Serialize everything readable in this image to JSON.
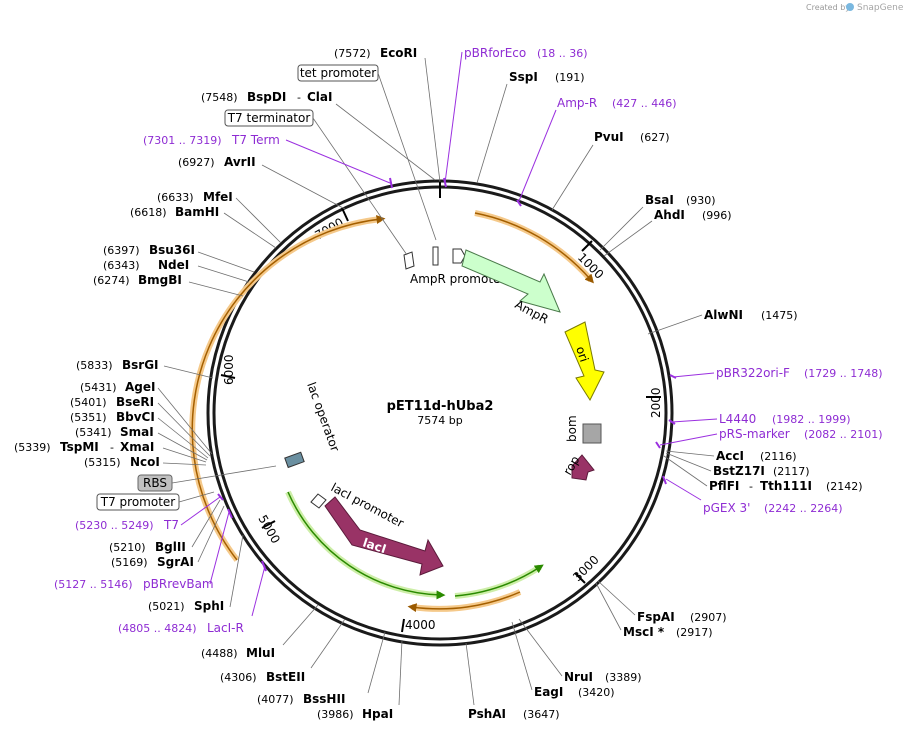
{
  "credit": {
    "created_by": "Created by",
    "brand": "SnapGene"
  },
  "center": {
    "title": "pET11d-hUba2",
    "length": "7574 bp"
  },
  "ticks": [
    "1000",
    "2000",
    "3000",
    "4000",
    "5000",
    "6000",
    "7000"
  ],
  "enzymes_right": [
    {
      "name": "SspI",
      "pos": "(191)"
    },
    {
      "name": "PvuI",
      "pos": "(627)"
    },
    {
      "name": "BsaI",
      "pos": "(930)"
    },
    {
      "name": "AhdI",
      "pos": "(996)"
    },
    {
      "name": "AlwNI",
      "pos": "(1475)"
    },
    {
      "name": "AccI",
      "pos": "(2116)"
    },
    {
      "name": "BstZ17I",
      "pos": "(2117)"
    },
    {
      "name": "PflFI",
      "sep": "-",
      "name2": "Tth111I",
      "pos": "(2142)"
    },
    {
      "name": "FspAI",
      "pos": "(2907)"
    },
    {
      "name": "MscI *",
      "pos": "(2917)"
    },
    {
      "name": "NruI",
      "pos": "(3389)"
    },
    {
      "name": "EagI",
      "pos": "(3420)"
    },
    {
      "name": "PshAI",
      "pos": "(3647)"
    }
  ],
  "enzymes_left": [
    {
      "name": "EcoRI",
      "pos": "(7572)"
    },
    {
      "name": "BspDI",
      "sep": "-",
      "name2": "ClaI",
      "pos": "(7548)"
    },
    {
      "name": "AvrII",
      "pos": "(6927)"
    },
    {
      "name": "MfeI",
      "pos": "(6633)"
    },
    {
      "name": "BamHI",
      "pos": "(6618)"
    },
    {
      "name": "Bsu36I",
      "pos": "(6397)"
    },
    {
      "name": "NdeI",
      "pos": "(6343)"
    },
    {
      "name": "BmgBI",
      "pos": "(6274)"
    },
    {
      "name": "BsrGI",
      "pos": "(5833)"
    },
    {
      "name": "AgeI",
      "pos": "(5431)"
    },
    {
      "name": "BseRI",
      "pos": "(5401)"
    },
    {
      "name": "BbvCI",
      "pos": "(5351)"
    },
    {
      "name": "SmaI",
      "pos": "(5341)"
    },
    {
      "name": "TspMI",
      "sep": "-",
      "name2": "XmaI",
      "pos": "(5339)"
    },
    {
      "name": "NcoI",
      "pos": "(5315)"
    },
    {
      "name": "BglII",
      "pos": "(5210)"
    },
    {
      "name": "SgrAI",
      "pos": "(5169)"
    },
    {
      "name": "SphI",
      "pos": "(5021)"
    },
    {
      "name": "MluI",
      "pos": "(4488)"
    },
    {
      "name": "BstEII",
      "pos": "(4306)"
    },
    {
      "name": "BssHII",
      "pos": "(4077)"
    },
    {
      "name": "HpaI",
      "pos": "(3986)"
    }
  ],
  "primers": [
    {
      "name": "pBRforEco",
      "range": "(18 .. 36)"
    },
    {
      "name": "Amp-R",
      "range": "(427 .. 446)"
    },
    {
      "name": "pBR322ori-F",
      "range": "(1729 .. 1748)"
    },
    {
      "name": "L4440",
      "range": "(1982 .. 1999)"
    },
    {
      "name": "pRS-marker",
      "range": "(2082 .. 2101)"
    },
    {
      "name": "pGEX 3'",
      "range": "(2242 .. 2264)"
    },
    {
      "name": "LacI-R",
      "range": "(4805 .. 4824)"
    },
    {
      "name": "pBRrevBam",
      "range": "(5127 .. 5146)"
    },
    {
      "name": "T7",
      "range": "(5230 .. 5249)"
    },
    {
      "name": "T7 Term",
      "range": "(7301 .. 7319)"
    }
  ],
  "boxed_features": [
    "tet promoter",
    "T7 terminator",
    "RBS",
    "T7 promoter"
  ],
  "features": {
    "ampr_promoter": "AmpR promoter",
    "ampr": "AmpR",
    "ori": "ori",
    "bom": "bom",
    "rop": "rop",
    "laci_promoter": "lacI promoter",
    "laci": "lacI",
    "lac_operator": "lac operator"
  },
  "colors": {
    "ampr": "#ccffcc",
    "ori": "#ffff00",
    "laci": "#993366",
    "rop": "#993366",
    "bom": "#a6a6a6",
    "orf_arc": "#f5b14a",
    "orf_arc2": "#8fd24a",
    "primer": "#9b30e0",
    "rbs": "#c0c0c0"
  }
}
